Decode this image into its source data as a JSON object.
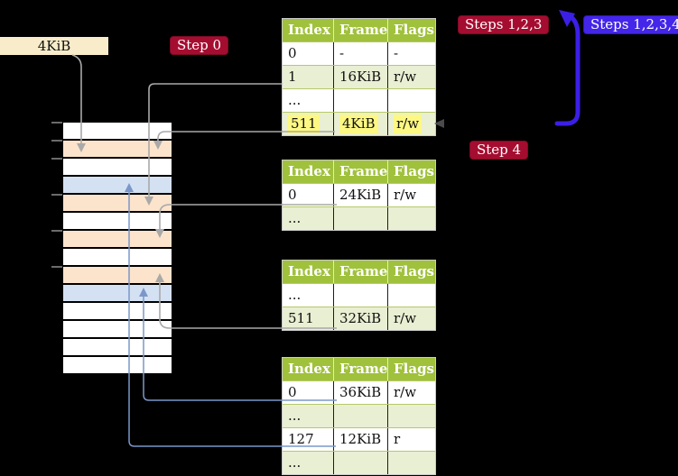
{
  "labels": {
    "page_size_box": "4KiB",
    "step0_badge": "Step 0",
    "steps123_badge": "Steps 1,2,3",
    "steps1234_badge": "Steps 1,2,3,4",
    "step4_badge": "Step 4"
  },
  "colors": {
    "badge_red": "#a50d30",
    "badge_blue": "#4326e9",
    "box_wheat": "#f8ecca",
    "table_header_green": "#a0c13c",
    "table_row_green": "#e9efd2",
    "highlight_yellow": "#fcf883",
    "strip_white": "#ffffff",
    "strip_peach": "#fce3cb",
    "strip_blue": "#d4e1f2",
    "arrow_gray": "#a9a9a9",
    "arrow_steel_blue": "#7b97c9",
    "arrow_big_blue": "#3b1fe6"
  },
  "memory_strip": {
    "rows": [
      "white",
      "peach",
      "white",
      "blue",
      "peach",
      "white",
      "peach",
      "white",
      "peach",
      "blue",
      "white",
      "white",
      "white",
      "white"
    ]
  },
  "tables": [
    {
      "name": "page-table-top",
      "headers": [
        "Index",
        "Frame",
        "Flags"
      ],
      "rows": [
        {
          "cells": [
            "0",
            "-",
            "-"
          ],
          "shaded": false,
          "highlight": false
        },
        {
          "cells": [
            "1",
            "16KiB",
            "r/w"
          ],
          "shaded": true,
          "highlight": false
        },
        {
          "cells": [
            "...",
            "",
            ""
          ],
          "shaded": false,
          "highlight": false
        },
        {
          "cells": [
            "511",
            "4KiB",
            "r/w"
          ],
          "shaded": true,
          "highlight": true
        }
      ]
    },
    {
      "name": "page-table-second",
      "headers": [
        "Index",
        "Frame",
        "Flags"
      ],
      "rows": [
        {
          "cells": [
            "0",
            "24KiB",
            "r/w"
          ],
          "shaded": false,
          "highlight": false
        },
        {
          "cells": [
            "...",
            "",
            ""
          ],
          "shaded": true,
          "highlight": false
        }
      ]
    },
    {
      "name": "page-table-third",
      "headers": [
        "Index",
        "Frame",
        "Flags"
      ],
      "rows": [
        {
          "cells": [
            "...",
            "",
            ""
          ],
          "shaded": false,
          "highlight": false
        },
        {
          "cells": [
            "511",
            "32KiB",
            "r/w"
          ],
          "shaded": true,
          "highlight": false
        }
      ]
    },
    {
      "name": "page-table-fourth",
      "headers": [
        "Index",
        "Frame",
        "Flags"
      ],
      "rows": [
        {
          "cells": [
            "0",
            "36KiB",
            "r/w"
          ],
          "shaded": false,
          "highlight": false
        },
        {
          "cells": [
            "...",
            "",
            ""
          ],
          "shaded": true,
          "highlight": false
        },
        {
          "cells": [
            "127",
            "12KiB",
            "r"
          ],
          "shaded": false,
          "highlight": false
        },
        {
          "cells": [
            "...",
            "",
            ""
          ],
          "shaded": true,
          "highlight": false
        }
      ]
    }
  ]
}
